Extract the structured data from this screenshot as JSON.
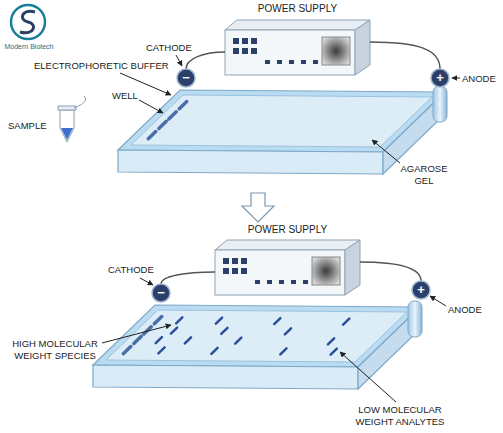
{
  "diagram": {
    "nodes": [
      {
        "text": [
          "POWER SUPPLY"
        ]
      },
      {
        "text": [
          "POWER SUPPLY"
        ]
      }
    ],
    "labels": [
      "Modern Biotech",
      "CATHODE",
      "ELECTROPHORETIC BUFFER",
      "WELL",
      "SAMPLE",
      "ANODE",
      "AGAROSE GEL",
      "CATHODE",
      "ANODE",
      "HIGH MOLECULAR WEIGHT SPECIES",
      "LOW MOLECULAR WEIGHT ANALYTES",
      "−",
      "+",
      "−",
      "+"
    ]
  }
}
